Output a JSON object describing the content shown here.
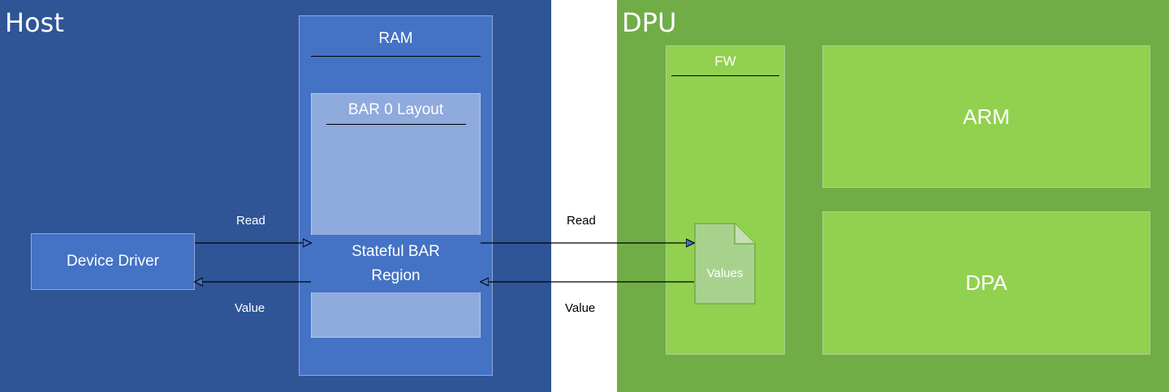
{
  "colors": {
    "host_bg": "#2f5597",
    "ram_bg": "#4472c4",
    "bar_bg": "#8faadc",
    "region_bg": "#4472c4",
    "dpu_bg": "#70ad47",
    "fw_bg": "#92d050",
    "file_bg": "#a9d18e"
  },
  "host": {
    "title": "Host"
  },
  "dpu": {
    "title": "DPU"
  },
  "ram": {
    "title": "RAM"
  },
  "bar_layout": {
    "title": "BAR 0 Layout"
  },
  "stateful_region": {
    "label": "Stateful BAR Region"
  },
  "device_driver": {
    "label": "Device Driver"
  },
  "fw": {
    "title": "FW",
    "file_label": "Values"
  },
  "arm": {
    "label": "ARM"
  },
  "dpa": {
    "label": "DPA"
  },
  "arrows": {
    "driver_read": "Read",
    "driver_value": "Value",
    "fw_read": "Read",
    "fw_value": "Value"
  }
}
